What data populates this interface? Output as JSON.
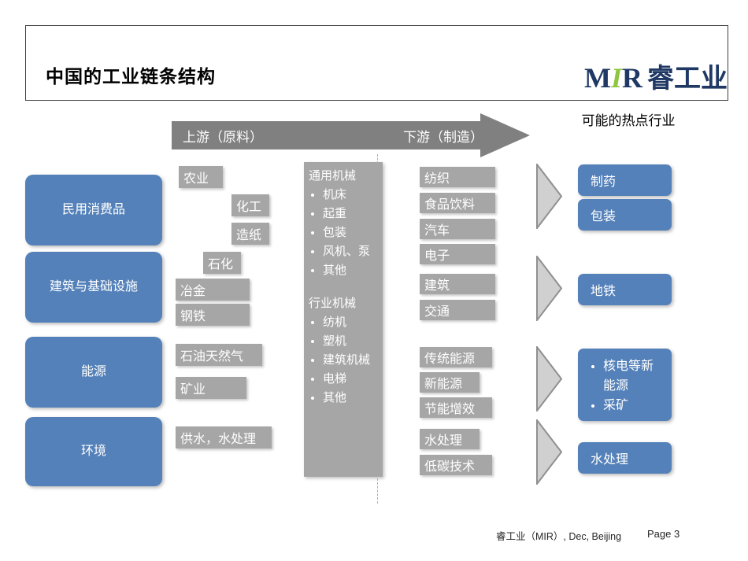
{
  "header": {
    "title": "中国的工业链条结构",
    "logo": {
      "m": "M",
      "i": "I",
      "r": "R",
      "cn": "睿工业"
    }
  },
  "arrow": {
    "upstream_label": "上游（原料）",
    "downstream_label": "下游（制造）"
  },
  "hot_header": "可能的热点行业",
  "sectors": [
    {
      "label": "民用消费品"
    },
    {
      "label": "建筑与基础设施"
    },
    {
      "label": "能源"
    },
    {
      "label": "环境"
    }
  ],
  "upstream_tags": [
    {
      "label": "农业"
    },
    {
      "label": "化工"
    },
    {
      "label": "造纸"
    },
    {
      "label": "石化"
    },
    {
      "label": "冶金"
    },
    {
      "label": "钢铁"
    },
    {
      "label": "石油天然气"
    },
    {
      "label": "矿业"
    },
    {
      "label": "供水，水处理"
    }
  ],
  "machinery": {
    "general_title": "通用机械",
    "general_items": [
      "机床",
      "起重",
      "包装",
      "风机、泵",
      "其他"
    ],
    "industry_title": "行业机械",
    "industry_items": [
      "纺机",
      "塑机",
      "建筑机械",
      "电梯",
      "其他"
    ]
  },
  "downstream_tags": [
    {
      "label": "纺织"
    },
    {
      "label": "食品饮料"
    },
    {
      "label": "汽车"
    },
    {
      "label": "电子"
    },
    {
      "label": "建筑"
    },
    {
      "label": "交通"
    },
    {
      "label": "传统能源"
    },
    {
      "label": "新能源"
    },
    {
      "label": "节能增效"
    },
    {
      "label": "水处理"
    },
    {
      "label": "低碳技术"
    }
  ],
  "hotspots": [
    {
      "label": "制药"
    },
    {
      "label": "包装"
    },
    {
      "label": "地铁"
    },
    {
      "bullets": [
        "核电等新能源",
        "采矿"
      ]
    },
    {
      "label": "水处理"
    }
  ],
  "footer": {
    "credit": "睿工业（MIR）, Dec, Beijing",
    "page": "Page 3"
  },
  "colors": {
    "blue": "#5481b9",
    "gray": "#a6a6a6",
    "arrow_gray": "#808080",
    "logo_navy": "#1f3864",
    "logo_green": "#8dc63f"
  }
}
